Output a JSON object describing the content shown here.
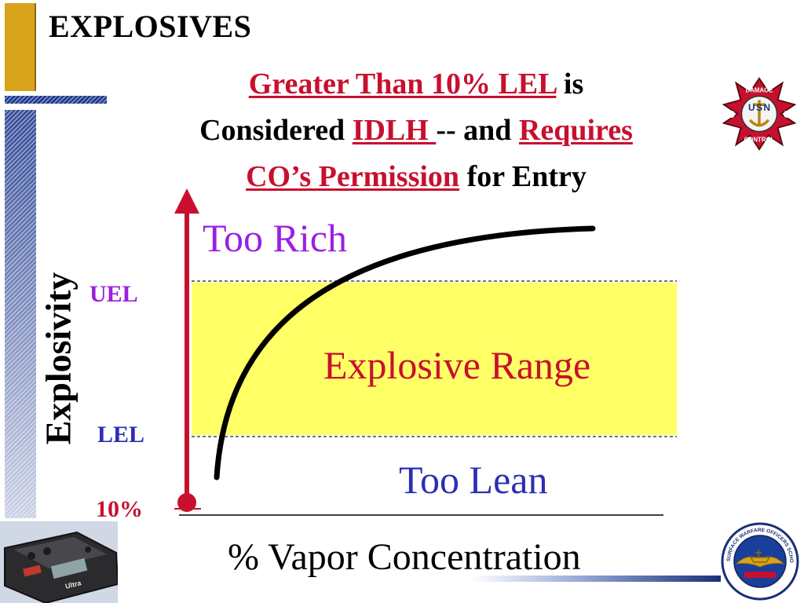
{
  "slide": {
    "title": "EXPLOSIVES",
    "headline": {
      "part1": "Greater Than 10% LEL",
      "part2": " is",
      "part3": "Considered ",
      "part4": "IDLH ",
      "part5": "-- and ",
      "part6": "Requires",
      "part7": "CO’s Permission",
      "part8": " for Entry"
    }
  },
  "diagram": {
    "y_axis_label": "Explosivity",
    "x_axis_label": "% Vapor Concentration",
    "markers": {
      "uel": "UEL",
      "lel": "LEL",
      "ten_percent": "10%"
    },
    "regions": {
      "too_rich": "Too Rich",
      "explosive_range": "Explosive Range",
      "too_lean": "Too Lean"
    }
  },
  "logos": {
    "damage_control_badge": {
      "top_text": "DAMAGE",
      "bottom_text": "CONTROL",
      "letters": [
        "D",
        "U",
        "S",
        "N",
        "C"
      ]
    },
    "school_seal": {
      "ring_text": "SURFACE WARFARE OFFICERS SCHOOL COMMAND"
    },
    "device_brand": "Ultra"
  },
  "colors": {
    "red": "#c8102e",
    "blue": "#2a2fb4",
    "purple": "#9b1fe0",
    "yellow": "#ffff66",
    "gold": "#d9a21b"
  }
}
